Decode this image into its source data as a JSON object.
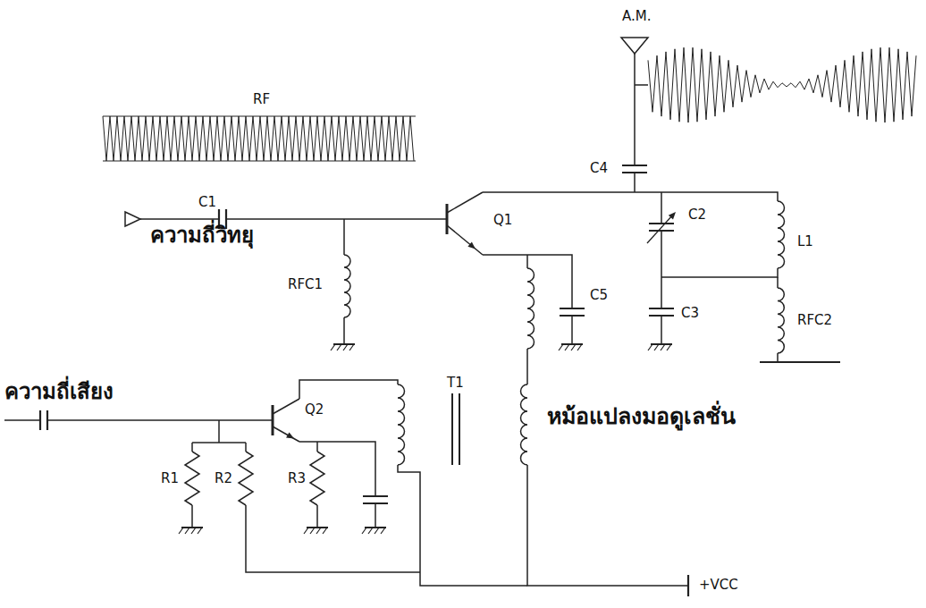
{
  "diagram": {
    "labels": [
      "RF",
      "A.M.",
      "C1",
      "ความถี่วิทยุ",
      "RFC1",
      "Q1",
      "C4",
      "C2",
      "L1",
      "C5",
      "C3",
      "RFC2",
      "ความถี่เสียง",
      "Q2",
      "T1",
      "หม้อแปลงมอดูเลชั่น",
      "R1",
      "R2",
      "R3",
      "+VCC"
    ]
  }
}
